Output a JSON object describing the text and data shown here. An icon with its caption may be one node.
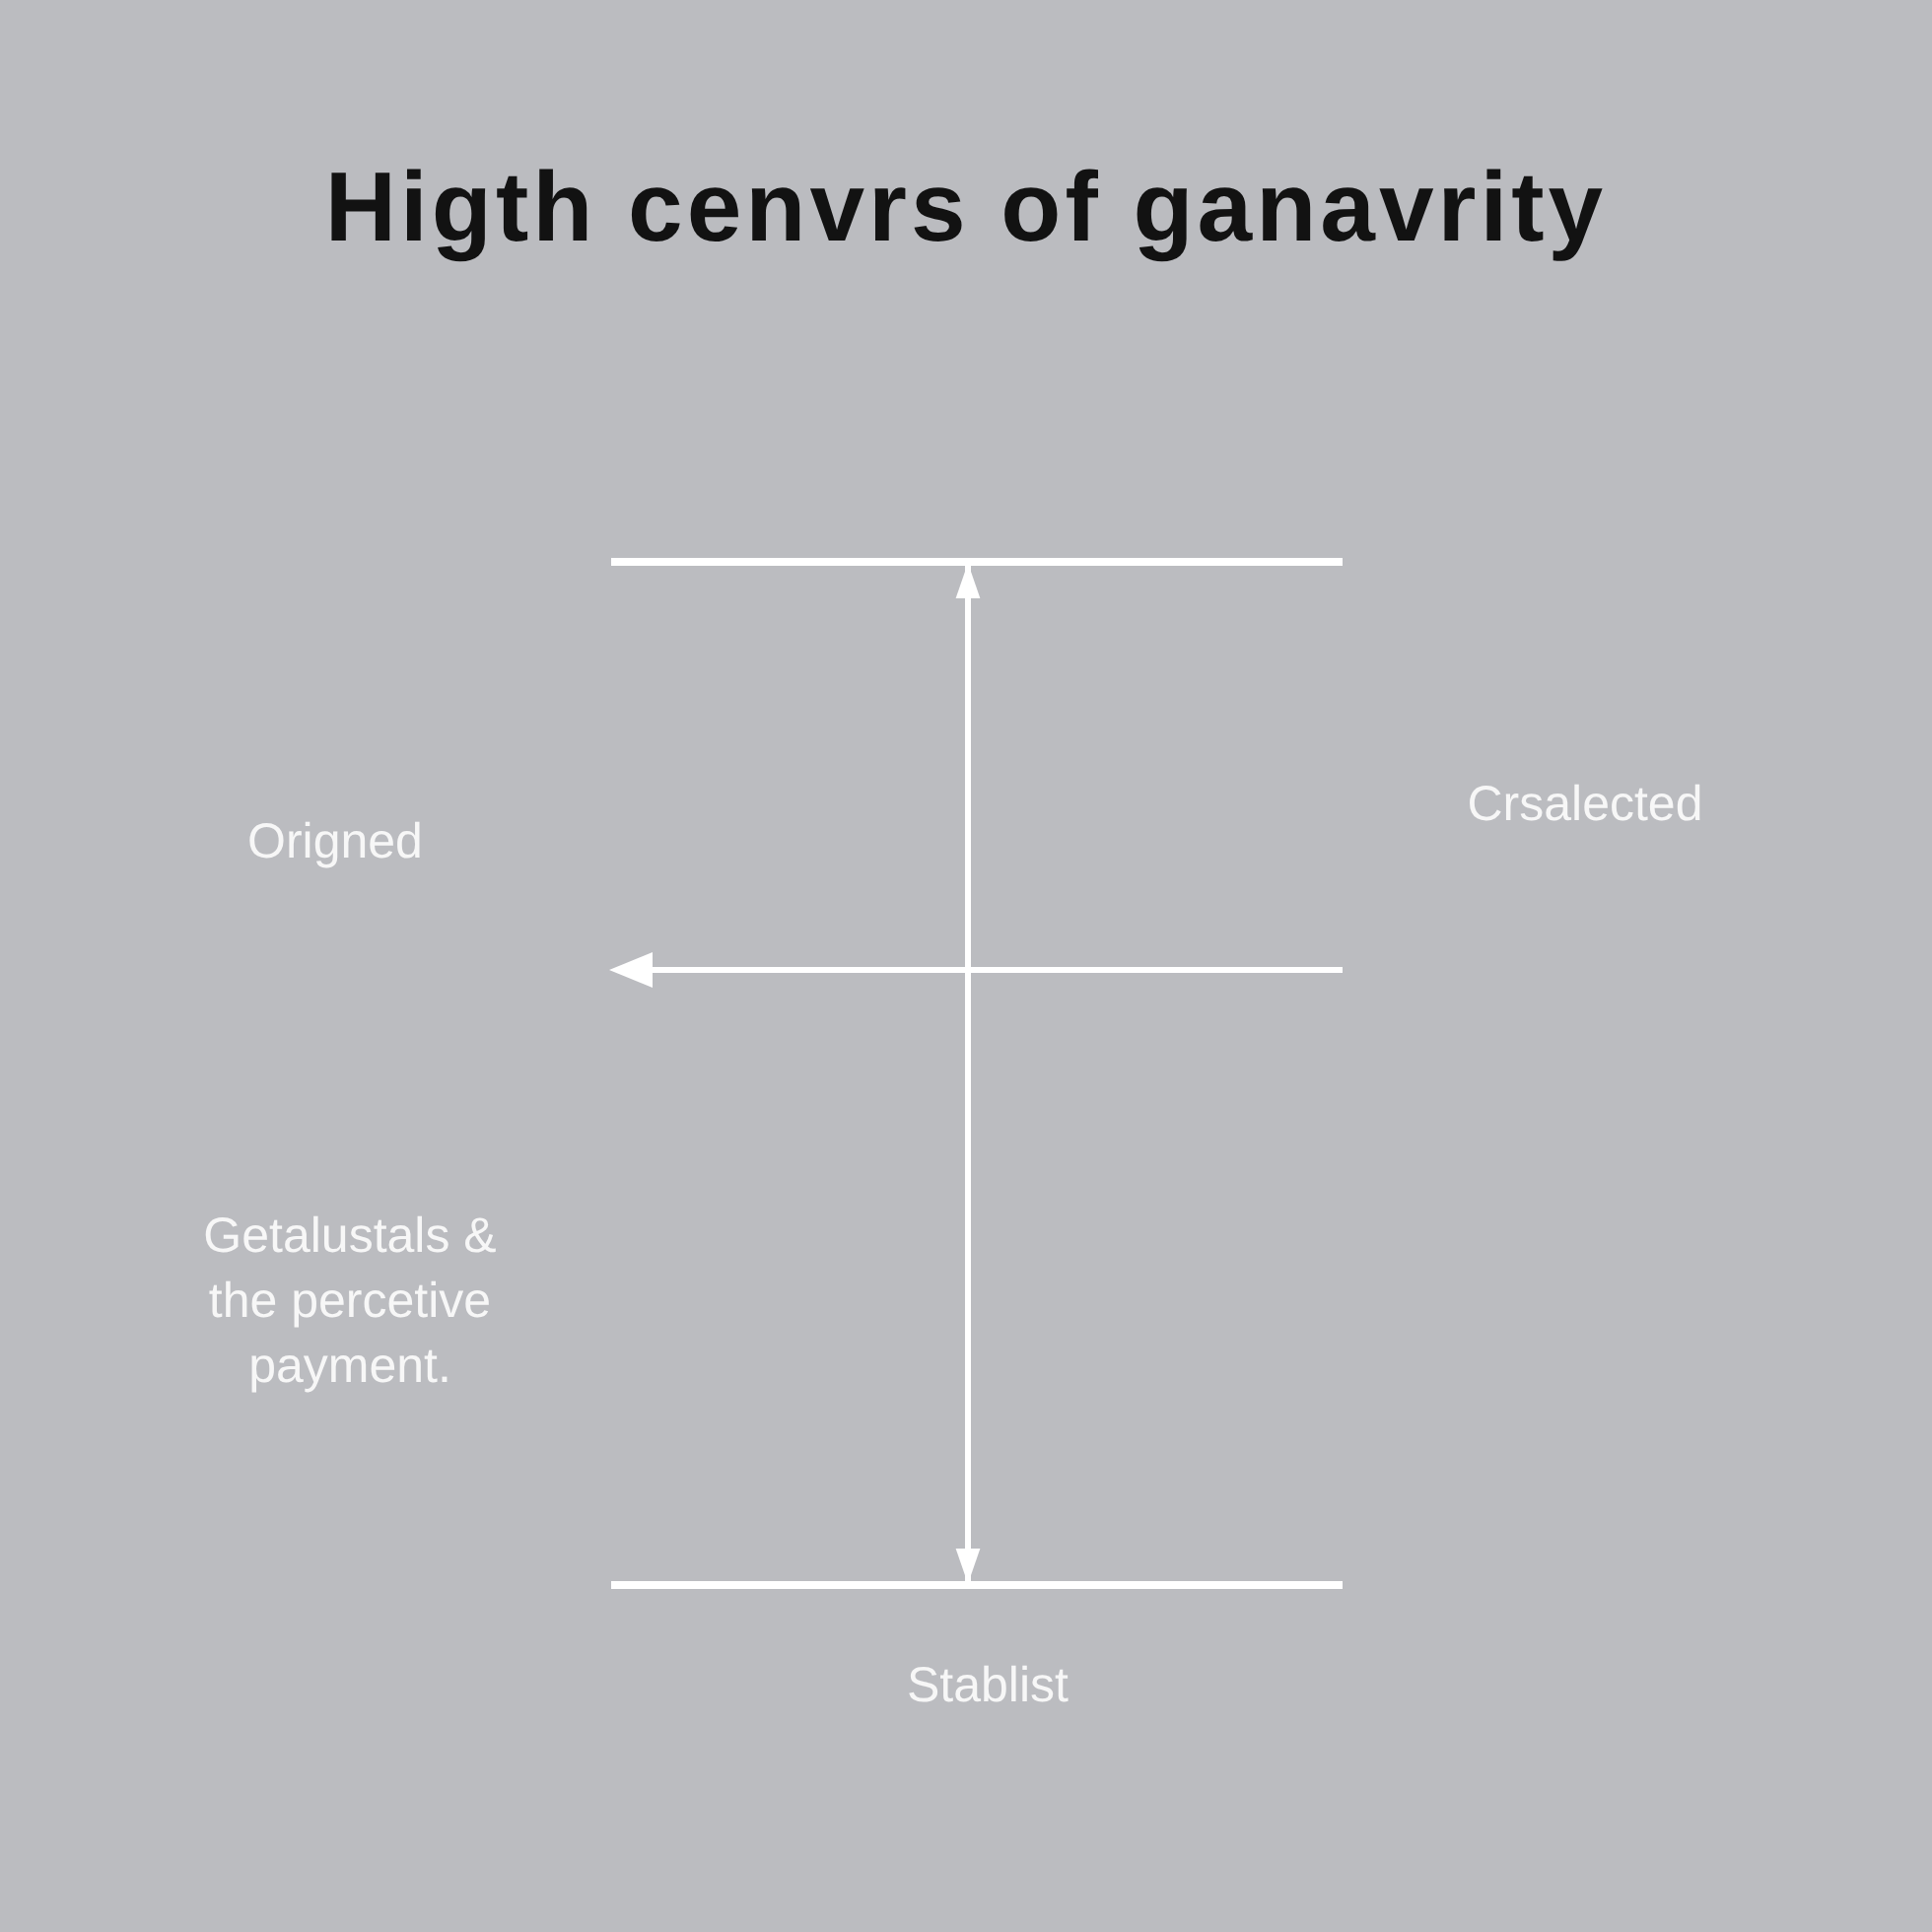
{
  "diagram": {
    "title": "Higth cenvrs of ganavrity",
    "nodes": [
      {
        "text": [],
        "shape": "bar"
      },
      {
        "text": [],
        "shape": "bar"
      }
    ],
    "edges": [
      {
        "from": 0,
        "to": 1,
        "arrow": "both"
      }
    ],
    "labels": [
      "Crsalected",
      "Origned",
      "Getalustals & the percetive payment.",
      "Stablist"
    ]
  }
}
